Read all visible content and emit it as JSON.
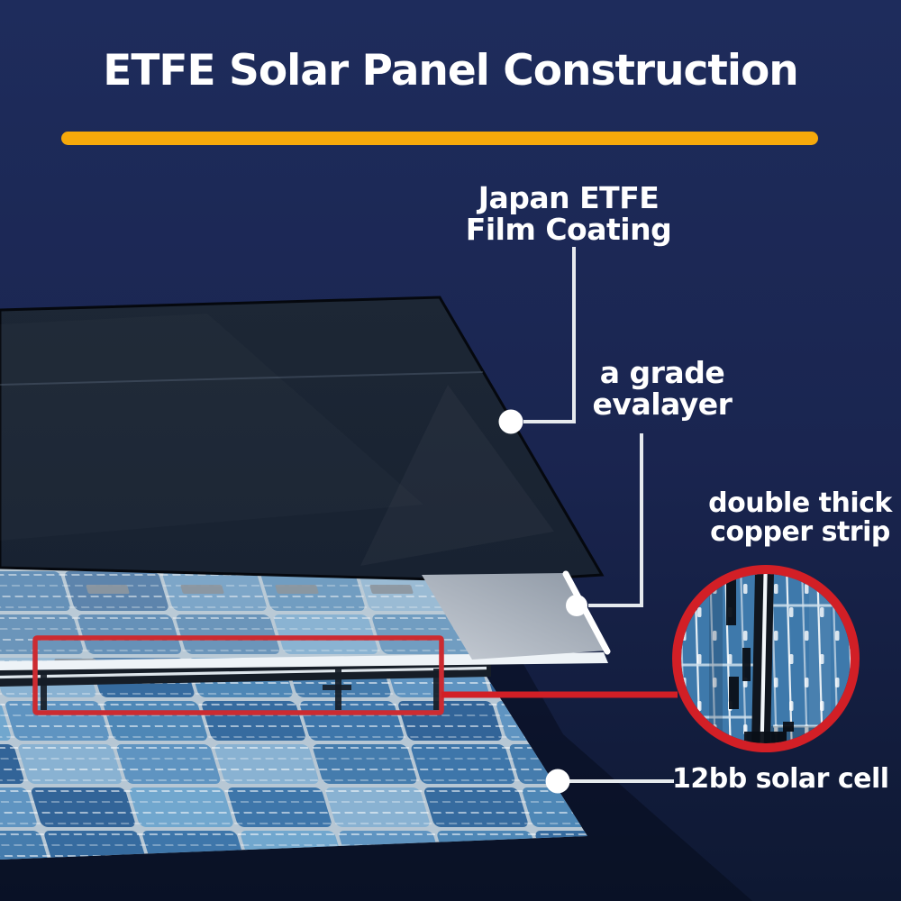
{
  "title": {
    "text": "ETFE Solar Panel Construction"
  },
  "callouts": {
    "film": {
      "line1": "Japan ETFE",
      "line2": "Film Coating"
    },
    "eva": {
      "line1": "a grade",
      "line2": "evalayer"
    },
    "copper": {
      "line1": "double thick",
      "line2": "copper strip"
    },
    "cell": {
      "label": "12bb solar cell"
    }
  },
  "colors": {
    "bg_top": "#1e2c5c",
    "bg_mid": "#1a2550",
    "bg_bottom": "#0e1832",
    "shadow": "#060b1a",
    "title_text": "#ffffff",
    "underline": "#f6a90b",
    "red": "#d21f26",
    "red_rect": "#cc2b31",
    "connector": "#e6eaee",
    "dot": "#ffffff",
    "stack_top": "#1d2735",
    "stack_bottom": "#182231",
    "stack_edge": "#05080e",
    "wedge_dark": "#8d97a4",
    "wedge_light": "#c7cdd5",
    "stripe": "#eef3f7",
    "strip_dark": "#161d27",
    "strip_line": "#e9f0f5",
    "panel_gap": "#b7c7d4",
    "panel_blues": [
      "#4a85b5",
      "#3a74a8",
      "#5c93c0",
      "#32689d",
      "#6ea6cd",
      "#417aab",
      "#87b2d2",
      "#2d6196"
    ],
    "pad": "#757d86",
    "mag_base": "#3e79ab",
    "mag_dark": "#10161f"
  }
}
